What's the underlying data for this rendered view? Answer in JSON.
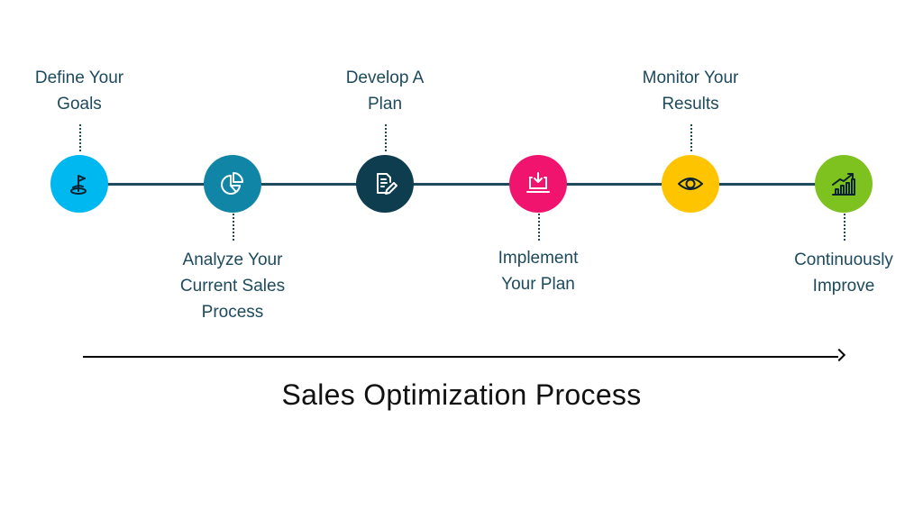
{
  "title": "Sales Optimization Process",
  "steps": [
    {
      "label": "Define Your\nGoals",
      "color": "#00b8f0",
      "icon": "flag-icon",
      "label_position": "top"
    },
    {
      "label": "Analyze Your\nCurrent Sales\nProcess",
      "color": "#1085a6",
      "icon": "pie-chart-icon",
      "label_position": "bottom"
    },
    {
      "label": "Develop A\nPlan",
      "color": "#0d3d4f",
      "icon": "document-edit-icon",
      "label_position": "top"
    },
    {
      "label": "Implement\nYour Plan",
      "color": "#f0146e",
      "icon": "download-laptop-icon",
      "label_position": "bottom"
    },
    {
      "label": "Monitor Your\nResults",
      "color": "#ffc400",
      "icon": "eye-icon",
      "label_position": "top"
    },
    {
      "label": "Continuously\nImprove",
      "color": "#7dc21e",
      "icon": "growth-chart-icon",
      "label_position": "bottom"
    }
  ]
}
